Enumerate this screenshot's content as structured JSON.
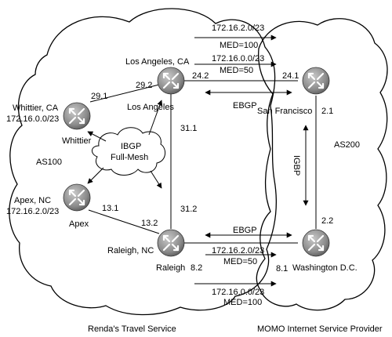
{
  "clouds": {
    "left_caption": "Renda's Travel Service",
    "right_caption": "MOMO Internet Service Provider",
    "left_as": "AS100",
    "right_as": "AS200"
  },
  "routers": {
    "los_angeles": {
      "top": "Los Angeles, CA",
      "name": "Los Angeles",
      "if_left": "29.2",
      "if_right": "24.2",
      "if_bottom": "31.1"
    },
    "whittier": {
      "top": "Whittier, CA",
      "prefix": "172.16.0.0/23",
      "name": "Whittier",
      "if": "29.1"
    },
    "apex": {
      "top": "Apex, NC",
      "prefix": "172.16.2.0/23",
      "name": "Apex",
      "if": "13.1"
    },
    "raleigh": {
      "left": "Raleigh, NC",
      "name": "Raleigh",
      "if_top": "31.2",
      "if_left": "13.2",
      "if_bottom": "8.2"
    },
    "san_francisco": {
      "name": "San Francisco",
      "if_left": "24.1",
      "if_bottom": "2.1"
    },
    "washington": {
      "name": "Washington D.C.",
      "if_top": "2.2",
      "if_left": "8.1"
    }
  },
  "ibgp_cloud": {
    "line1": "IBGP",
    "line2": "Full-Mesh"
  },
  "links": {
    "ebgp_top": "EBGP",
    "ebgp_bottom": "EBGP",
    "ibgp_vertical": "IGBP"
  },
  "advertisements": {
    "top1": {
      "prefix": "172.16.2.0/23",
      "med": "MED=100"
    },
    "top2": {
      "prefix": "172.16.0.0/23",
      "med": "MED=50"
    },
    "bottom1": {
      "prefix": "172.16.2.0/23",
      "med": "MED=50"
    },
    "bottom2": {
      "prefix": "172.16.0.0/23",
      "med": "MED=100"
    }
  }
}
